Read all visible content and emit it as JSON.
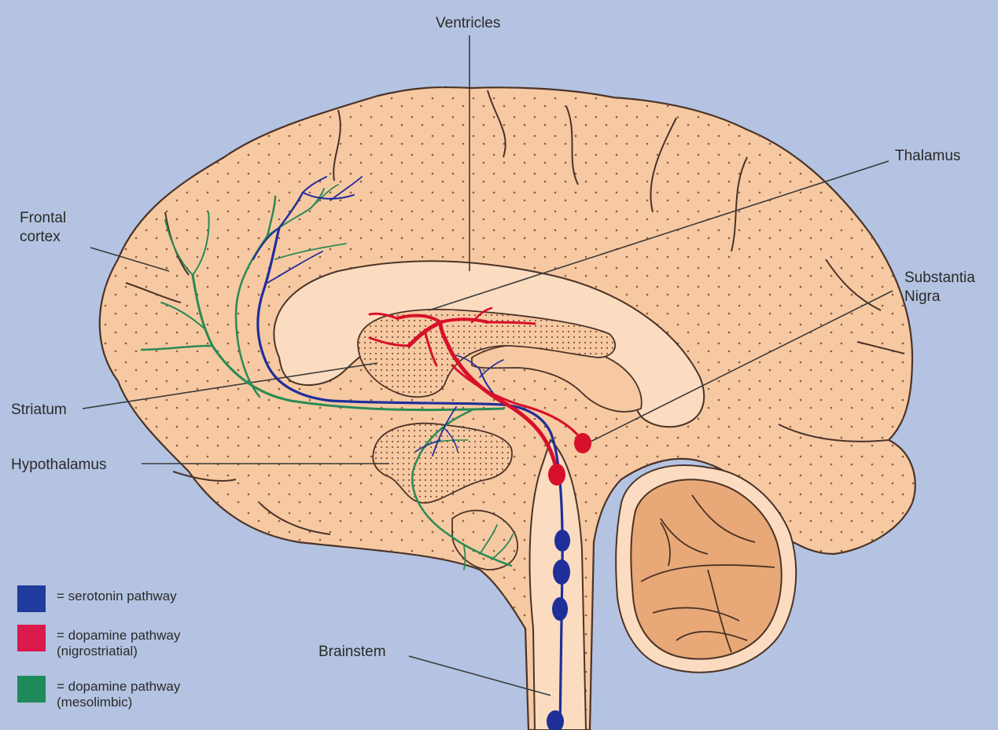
{
  "colors": {
    "background": "#b4c3e1",
    "brain_fill": "#f7c9a2",
    "inner_fill": "#fbdcc0",
    "cerebellum_fill": "#e9a877",
    "outline": "#4a3328",
    "serotonin": "#1f2f9a",
    "dopamine_nigrostriatal": "#d8102a",
    "dopamine_mesolimbic": "#2a8a55"
  },
  "labels": {
    "ventricles": "Ventricles",
    "thalamus": "Thalamus",
    "frontal_cortex": "Frontal\ncortex",
    "substantia_nigra": "Substantia\nNigra",
    "striatum": "Striatum",
    "hypothalamus": "Hypothalamus",
    "brainstem": "Brainstem"
  },
  "legend": [
    {
      "color": "#1f3c9e",
      "line1": "= serotonin pathway",
      "line2": ""
    },
    {
      "color": "#d91a4a",
      "line1": "= dopamine pathway",
      "line2": "(nigrostriatial)"
    },
    {
      "color": "#1f8a5a",
      "line1": "= dopamine pathway",
      "line2": "(mesolimbic)"
    }
  ]
}
